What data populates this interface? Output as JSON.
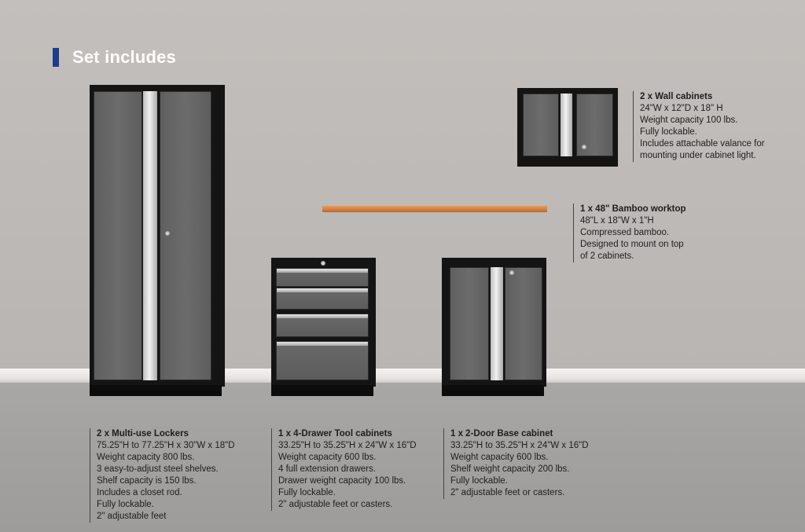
{
  "title": "Set includes",
  "colors": {
    "accent": "#1f3b8c",
    "worktop": "#d47d3c"
  },
  "items": {
    "wall": {
      "heading": "2 x Wall cabinets",
      "lines": [
        "24\"W x 12\"D x 18\" H",
        "Weight capacity 100 lbs.",
        "Fully lockable.",
        "Includes attachable valance for",
        "mounting under cabinet light."
      ]
    },
    "worktop": {
      "heading": "1 x 48\" Bamboo worktop",
      "lines": [
        "48\"L x 18\"W x 1\"H",
        "Compressed bamboo.",
        "Designed to mount on top",
        "of 2 cabinets."
      ]
    },
    "lockers": {
      "heading": "2 x Multi-use Lockers",
      "lines": [
        "75.25\"H to 77.25\"H x 30\"W x 18\"D",
        "Weight capacity 800 lbs.",
        "3 easy-to-adjust steel shelves.",
        "Shelf capacity is 150 lbs.",
        "Includes a closet rod.",
        "Fully lockable.",
        "2\" adjustable feet"
      ]
    },
    "tool": {
      "heading": "1 x 4-Drawer Tool cabinets",
      "lines": [
        "33.25\"H to 35.25\"H x 24\"W x 16\"D",
        "Weight capacity 600 lbs.",
        "4 full extension drawers.",
        "Drawer weight capacity 100 lbs.",
        "Fully lockable.",
        "2\" adjustable feet or casters."
      ]
    },
    "base": {
      "heading": "1 x 2-Door Base cabinet",
      "lines": [
        "33.25\"H to 35.25\"H x 24\"W x 16\"D",
        "Weight capacity 600 lbs.",
        "Shelf weight capacity 200 lbs.",
        "Fully lockable.",
        "2\" adjustable feet or casters."
      ]
    }
  }
}
